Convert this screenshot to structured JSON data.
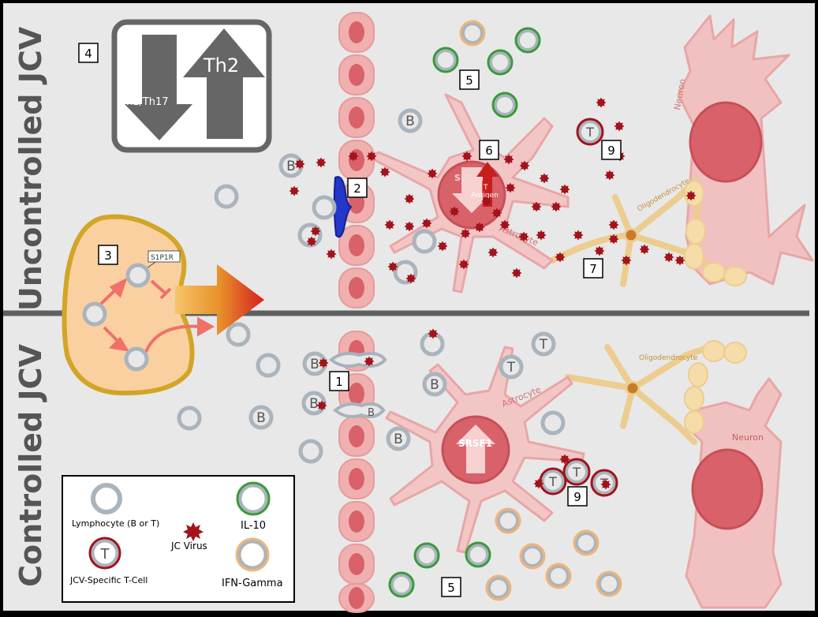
{
  "sections": {
    "top": "Uncontrolled JCV",
    "bottom": "Controlled JCV"
  },
  "th_box": {
    "down_label": "Th1/Th17",
    "up_label": "Th2"
  },
  "numbers": {
    "n1": "1",
    "n2": "2",
    "n3": "3",
    "n4": "4",
    "n5_top": "5",
    "n5_bottom": "5",
    "n6": "6",
    "n7": "7",
    "n9_top": "9",
    "n9_bottom": "9"
  },
  "cell_labels": {
    "b": "B",
    "t": "T",
    "srsf1": "SRSF1",
    "t_antigen_t": "T",
    "t_antigen": "Antigen",
    "s1p1r": "S1P1R",
    "astrocyte": "Astrocyte",
    "oligodendrocyte": "Oligodendrocyte",
    "neuron": "Neuron"
  },
  "legend": {
    "lymphocyte": "Lymphocyte (B or T)",
    "il10": "IL-10",
    "jc_virus": "JC Virus",
    "jcv_t_cell": "JCV-Specific T-Cell",
    "jcv_t_cell_symbol": "T",
    "ifn": "IFN-Gamma"
  },
  "colors": {
    "background": "#e8e8e8",
    "lymphocyte": "#aab4bd",
    "il10": "#3a9a3a",
    "ifn": "#f0b47a",
    "virus": "#a3131b",
    "endothelium": "#f0b0b0",
    "astrocyte": "#f3c6c6",
    "oligodendrocyte": "#f5dca8",
    "lymph_node": "#fbd0a0",
    "lymph_node_border": "#d2a526",
    "block": "#2338c8"
  }
}
